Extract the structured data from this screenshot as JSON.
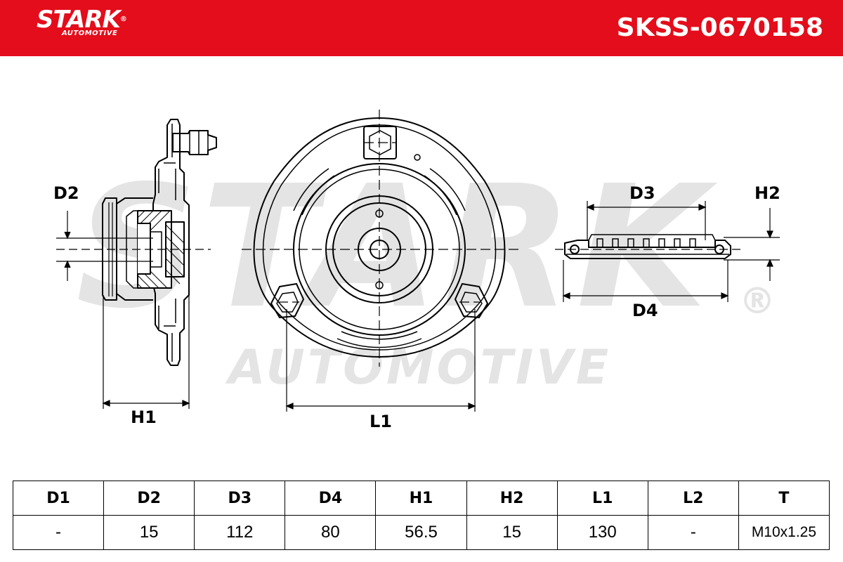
{
  "header": {
    "brand": "STARK",
    "brand_sub": "AUTOMOTIVE",
    "part_number": "SKSS-0670158"
  },
  "watermark": {
    "brand": "STARK",
    "sub": "AUTOMOTIVE",
    "registered": "®"
  },
  "diagram_labels": {
    "d2": "D2",
    "h1": "H1",
    "l1": "L1",
    "d3": "D3",
    "h2": "H2",
    "d4": "D4"
  },
  "specs": {
    "headers": [
      "D1",
      "D2",
      "D3",
      "D4",
      "H1",
      "H2",
      "L1",
      "L2",
      "T"
    ],
    "values": [
      "-",
      "15",
      "112",
      "80",
      "56.5",
      "15",
      "130",
      "-",
      "M10x1.25"
    ]
  },
  "colors": {
    "header_bg": "#e30d1b",
    "watermark": "#e4e4e4",
    "line": "#000000"
  }
}
